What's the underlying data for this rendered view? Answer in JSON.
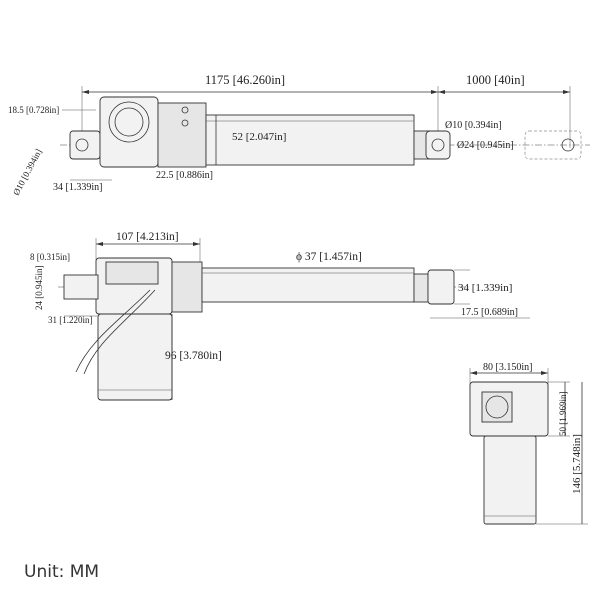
{
  "unit_label": "Unit: MM",
  "top_view": {
    "overall_length": "1175 [46.260in]",
    "stroke": "1000 [40in]",
    "offset_18": "18.5 [0.728in]",
    "body_52": "52 [2.047in]",
    "hole_left": "Ø10 [0.394in]",
    "len_34": "34 [1.339in]",
    "len_22": "22.5 [0.886in]",
    "hole_right": "Ø10 [0.394in]",
    "width_24": "Ø24 [0.945in]"
  },
  "side_view": {
    "len_107": "107 [4.213in]",
    "dia_37": "ϕ 37 [1.457in]",
    "slot_8": "8 [0.315in]",
    "slot_24": "24 [0.945in]",
    "len_31": "31 [1.220in]",
    "motor_96": "96 [3.780in]",
    "rod_34": "34 [1.339in]",
    "rod_17": "17.5 [0.689in]"
  },
  "end_view": {
    "width_80": "80 [3.150in]",
    "height_50": "50 [1.969in]",
    "height_146": "146 [5.748in]"
  }
}
